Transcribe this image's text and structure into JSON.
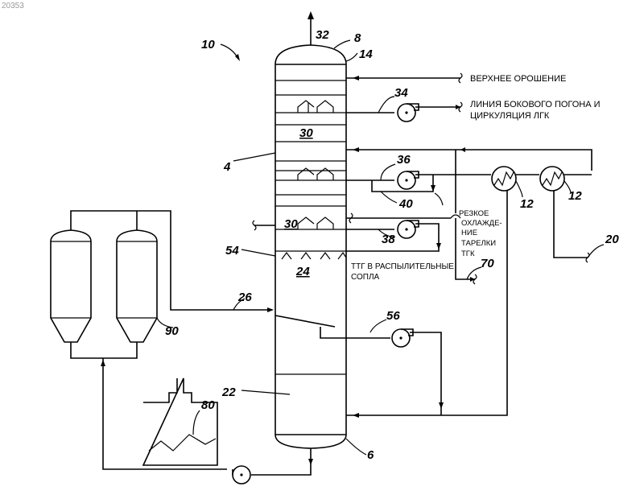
{
  "corner_id": "20353",
  "labels": {
    "n10": "10",
    "n32": "32",
    "n8": "8",
    "n14": "14",
    "n34": "34",
    "n30a": "30",
    "n30b": "30",
    "n4": "4",
    "n36": "36",
    "n40": "40",
    "n12a": "12",
    "n12b": "12",
    "n38": "38",
    "n54": "54",
    "n24": "24",
    "n70": "70",
    "n20": "20",
    "n26": "26",
    "n56": "56",
    "n90": "90",
    "n22": "22",
    "n80": "80",
    "n6": "6"
  },
  "text": {
    "top_reflux": "ВЕРХНЕЕ ОРОШЕНИЕ",
    "side_draw_1": "ЛИНИЯ БОКОВОГО ПОГОНА И",
    "side_draw_2": "ЦИРКУЛЯЦИЯ ЛГК",
    "quench_1": "РЕЗКОЕ",
    "quench_2": "ОХЛАЖДЕ-",
    "quench_3": "НИЕ",
    "quench_4": "ТАРЕЛКИ",
    "quench_5": "ТГК",
    "spray_1": "ТТГ В РАСПЫЛИТЕЛЬНЫЕ",
    "spray_2": "СОПЛА"
  }
}
